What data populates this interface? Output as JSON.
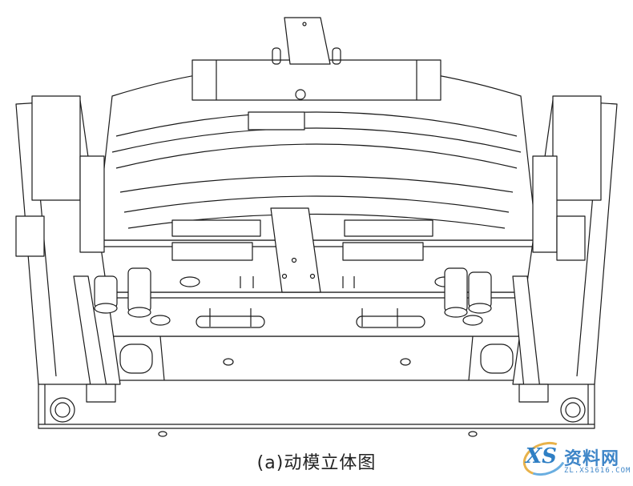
{
  "figure": {
    "subject": "moving-half mold isometric CAD line drawing",
    "line_color": "#1a1a1a",
    "background": "#ffffff"
  },
  "caption": {
    "text": "(a)动模立体图"
  },
  "watermark": {
    "logo": "XS",
    "title": "资料网",
    "url": "ZL.XS1616.COM",
    "color": "#3f86c8"
  }
}
